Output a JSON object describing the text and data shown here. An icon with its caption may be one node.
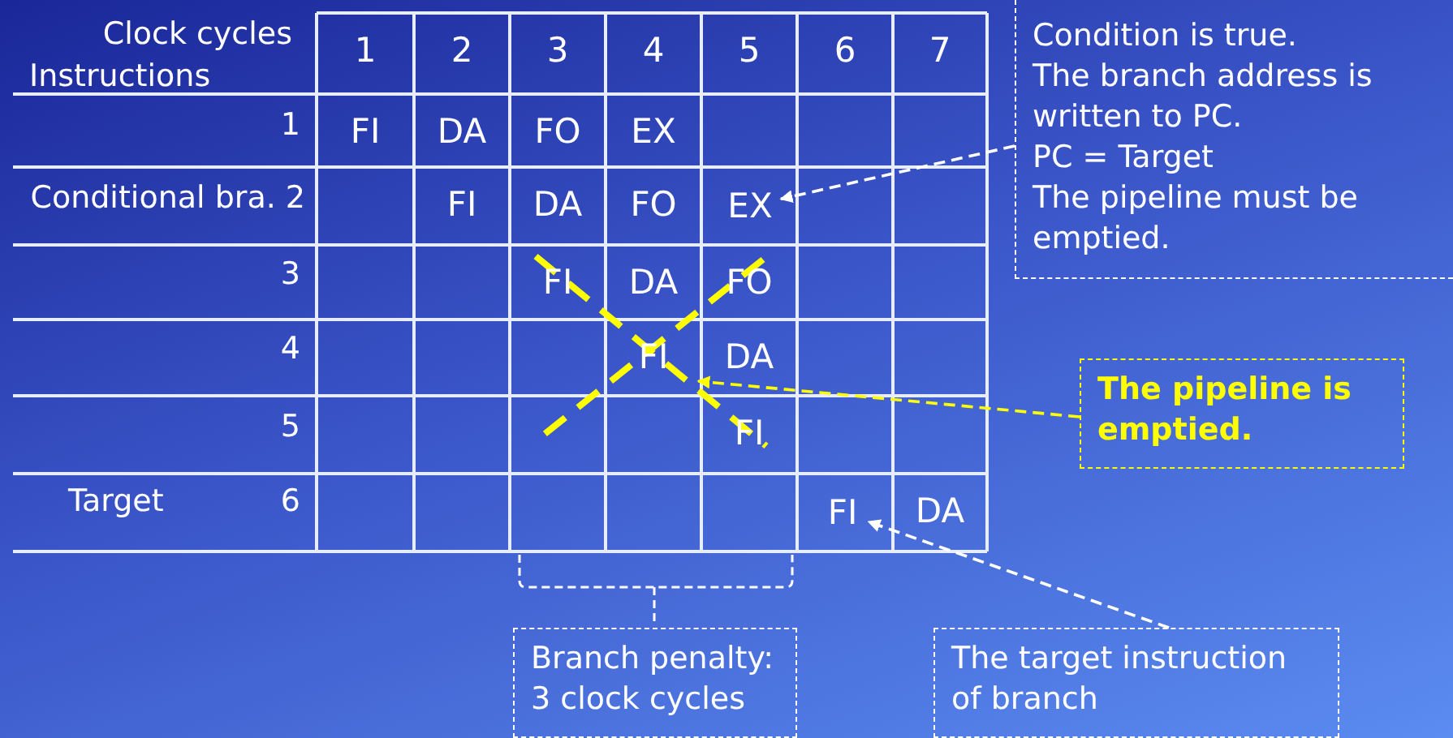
{
  "diagram": {
    "nodes": [
      {
        "text": [
          "Condition is true.",
          "The branch address is written to PC.",
          "PC = Target",
          "The pipeline must be emptied."
        ]
      },
      {
        "text": [
          "The pipeline is emptied."
        ]
      },
      {
        "text": [
          "Branch penalty: 3 clock cycles"
        ]
      },
      {
        "text": [
          "The target instruction of branch"
        ]
      },
      {
        "text": [
          "EX"
        ]
      },
      {
        "text": [
          "FI"
        ]
      }
    ],
    "edges": [
      {
        "from": 0,
        "to": 4,
        "arrow": "to",
        "style": "dashed"
      },
      {
        "from": 1,
        "to": null,
        "arrow": "to",
        "style": "dashed",
        "color": "#ffff00"
      },
      {
        "from": 3,
        "to": 5,
        "arrow": "to",
        "style": "dashed"
      }
    ],
    "labels": [
      "Clock cycles",
      "Instructions",
      "1",
      "2",
      "3",
      "4",
      "5",
      "6",
      "7",
      "1",
      "FI",
      "DA",
      "FO",
      "EX",
      "Conditional bra. 2",
      "FI",
      "DA",
      "FO",
      "3",
      "FI",
      "DA",
      "FO",
      "4",
      "FI",
      "DA",
      "5",
      "FI",
      "Target",
      "6",
      "DA"
    ]
  }
}
